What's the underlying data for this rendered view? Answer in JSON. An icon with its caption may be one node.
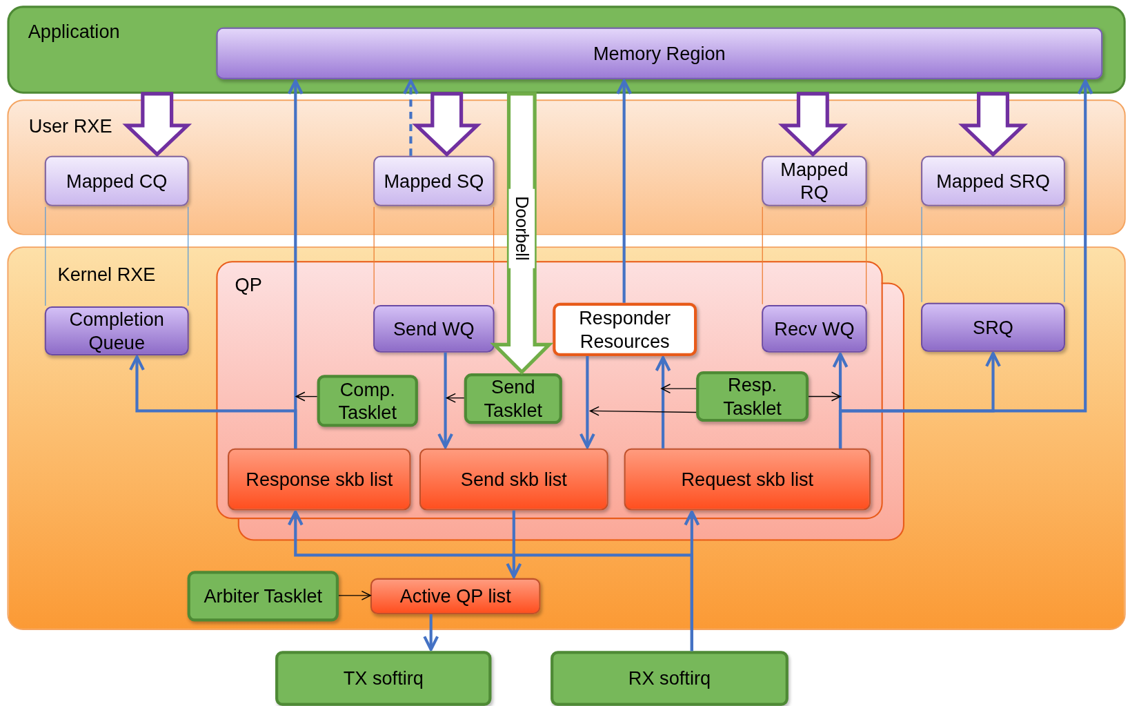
{
  "diagram": {
    "nodes": [
      {
        "text": [
          "Application"
        ]
      },
      {
        "text": [
          "Memory Region"
        ],
        "in": 0
      },
      {
        "text": [
          "User RXE"
        ]
      },
      {
        "text": [
          "Mapped CQ"
        ],
        "in": 2
      },
      {
        "text": [
          "Mapped SQ"
        ],
        "in": 2
      },
      {
        "text": [
          "Mapped RQ"
        ],
        "in": 2
      },
      {
        "text": [
          "Mapped SRQ"
        ],
        "in": 2
      },
      {
        "text": [
          "Kernel RXE"
        ]
      },
      {
        "text": [
          "Completion Queue"
        ],
        "in": 7
      },
      {
        "text": [
          "QP"
        ],
        "in": 7
      },
      {
        "text": [
          "Send WQ"
        ],
        "in": 9
      },
      {
        "text": [
          "Responder Resources"
        ],
        "in": 9
      },
      {
        "text": [
          "Recv WQ"
        ],
        "in": 9
      },
      {
        "text": [
          "SRQ"
        ],
        "in": 7
      },
      {
        "text": [
          "Comp. Tasklet"
        ],
        "in": 9
      },
      {
        "text": [
          "Send Tasklet"
        ],
        "in": 9
      },
      {
        "text": [
          "Resp. Tasklet"
        ],
        "in": 9
      },
      {
        "text": [
          "Response skb list"
        ],
        "in": 9
      },
      {
        "text": [
          "Send skb list"
        ],
        "in": 9
      },
      {
        "text": [
          "Request skb list"
        ],
        "in": 9
      },
      {
        "text": [
          "Arbiter Tasklet"
        ],
        "in": 7
      },
      {
        "text": [
          "Active QP list"
        ],
        "in": 7
      },
      {
        "text": [
          "TX softirq"
        ]
      },
      {
        "text": [
          "RX softirq"
        ]
      }
    ],
    "edges": [
      {
        "from": 0,
        "to": 3,
        "arrow": "to",
        "style": "thick",
        "color": "#7030a0"
      },
      {
        "from": 0,
        "to": 4,
        "arrow": "to",
        "style": "thick",
        "color": "#7030a0"
      },
      {
        "from": 0,
        "to": 5,
        "arrow": "to",
        "style": "thick",
        "color": "#7030a0"
      },
      {
        "from": 0,
        "to": 6,
        "arrow": "to",
        "style": "thick",
        "color": "#7030a0"
      },
      {
        "from": 0,
        "to": 15,
        "label": "Doorbell",
        "arrow": "to",
        "style": "thick",
        "color": "#70ad47"
      },
      {
        "from": 4,
        "to": 1,
        "arrow": "to",
        "style": "dashed"
      },
      {
        "from": 3,
        "to": 8,
        "arrow": "none",
        "color": "#5b9bd5"
      },
      {
        "from": 4,
        "to": 10,
        "arrow": "none",
        "color": "#ed7d31"
      },
      {
        "from": 5,
        "to": 12,
        "arrow": "none",
        "color": "#ed7d31"
      },
      {
        "from": 6,
        "to": 13,
        "arrow": "none",
        "color": "#5b9bd5"
      },
      {
        "from": 17,
        "to": 1,
        "arrow": "to"
      },
      {
        "from": 17,
        "to": 8,
        "arrow": "to"
      },
      {
        "from": 10,
        "to": 18,
        "arrow": "to"
      },
      {
        "from": 11,
        "to": 1,
        "arrow": "to"
      },
      {
        "from": 11,
        "to": 18,
        "arrow": "to"
      },
      {
        "from": 19,
        "to": 11,
        "arrow": "to"
      },
      {
        "from": 19,
        "to": 12,
        "arrow": "to"
      },
      {
        "from": 19,
        "to": 13,
        "arrow": "to"
      },
      {
        "from": 19,
        "to": 1,
        "arrow": "to"
      },
      {
        "from": 14,
        "to": null,
        "arrow": "to",
        "color": "#000000"
      },
      {
        "from": 15,
        "to": null,
        "arrow": "to",
        "color": "#000000"
      },
      {
        "from": 16,
        "to": null,
        "arrow": "to",
        "color": "#000000"
      },
      {
        "from": 16,
        "to": null,
        "arrow": "to",
        "color": "#000000"
      },
      {
        "from": 16,
        "to": null,
        "arrow": "to",
        "color": "#000000"
      },
      {
        "from": 18,
        "to": 21,
        "arrow": "to"
      },
      {
        "from": 23,
        "to": 19,
        "arrow": "to"
      },
      {
        "from": 23,
        "to": 17,
        "arrow": "to"
      },
      {
        "from": 20,
        "to": 21,
        "arrow": "to",
        "color": "#000000"
      },
      {
        "from": 21,
        "to": 22,
        "arrow": "to"
      }
    ]
  }
}
